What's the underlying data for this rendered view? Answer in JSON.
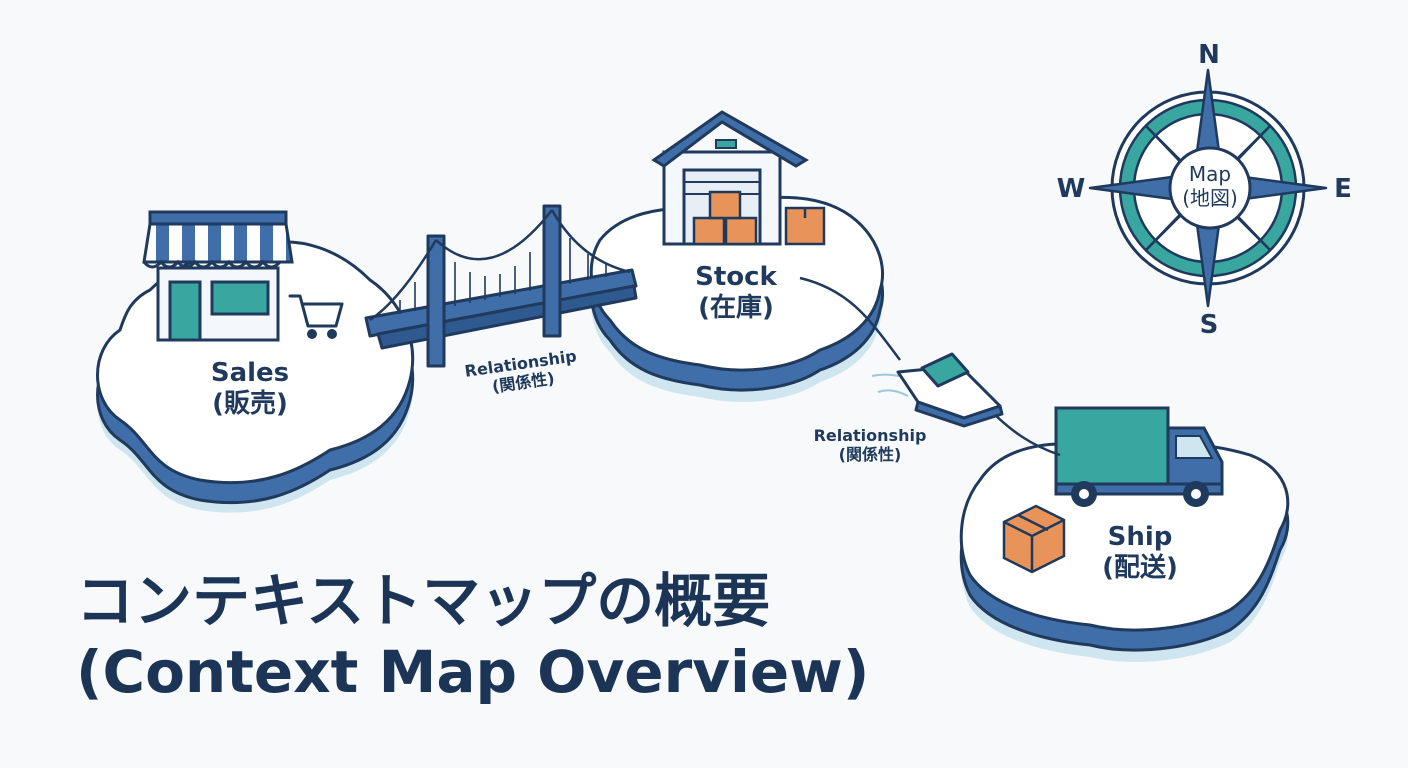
{
  "title": {
    "line1": "コンテキストマップの概要",
    "line2": "(Context Map Overview)"
  },
  "islands": {
    "sales": {
      "name": "Sales",
      "jp": "(販売)"
    },
    "stock": {
      "name": "Stock",
      "jp": "(在庫)"
    },
    "ship": {
      "name": "Ship",
      "jp": "(配送)"
    }
  },
  "relationships": [
    {
      "name": "Relationship",
      "jp": "(関係性)"
    },
    {
      "name": "Relationship",
      "jp": "(関係性)"
    }
  ],
  "compass": {
    "n": "N",
    "s": "S",
    "e": "E",
    "w": "W",
    "center": "Map",
    "center_jp": "(地図)"
  },
  "colors": {
    "navy": "#1f3a5c",
    "blue": "#3f6ea8",
    "teal": "#3aa6a0",
    "orange": "#e8935a",
    "island_top": "#ffffff",
    "island_shadow": "#bfdcec"
  }
}
